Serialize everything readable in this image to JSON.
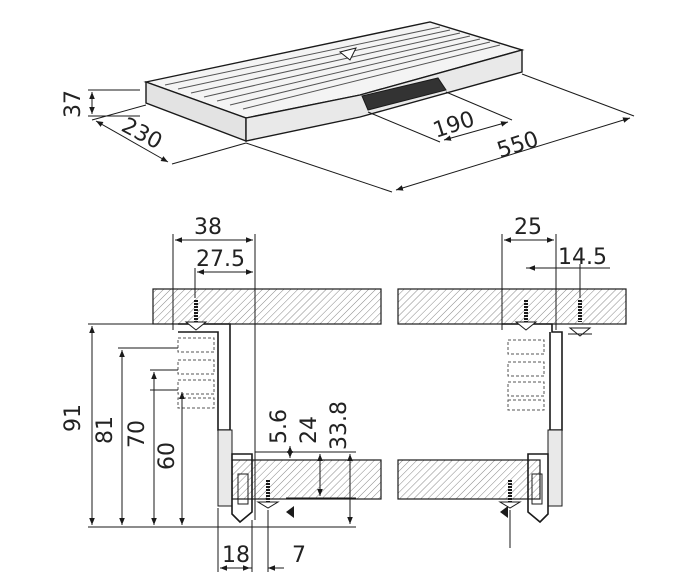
{
  "colors": {
    "line": "#1a1a1a",
    "panel_fill": "#e9e9e9",
    "hatch": "#888888",
    "text": "#222222"
  },
  "labels": {
    "overall_height": "37",
    "depth": "230",
    "cutout_width": "190",
    "overall_width": "550",
    "width_top": "38",
    "width_inner": "27.5",
    "right_width": "25",
    "right_inner": "14.5",
    "h91": "91",
    "h81": "81",
    "h70": "70",
    "h60": "60",
    "d5_6": "5.6",
    "d24": "24",
    "d33_8": "33.8",
    "w18": "18",
    "w7": "7"
  }
}
